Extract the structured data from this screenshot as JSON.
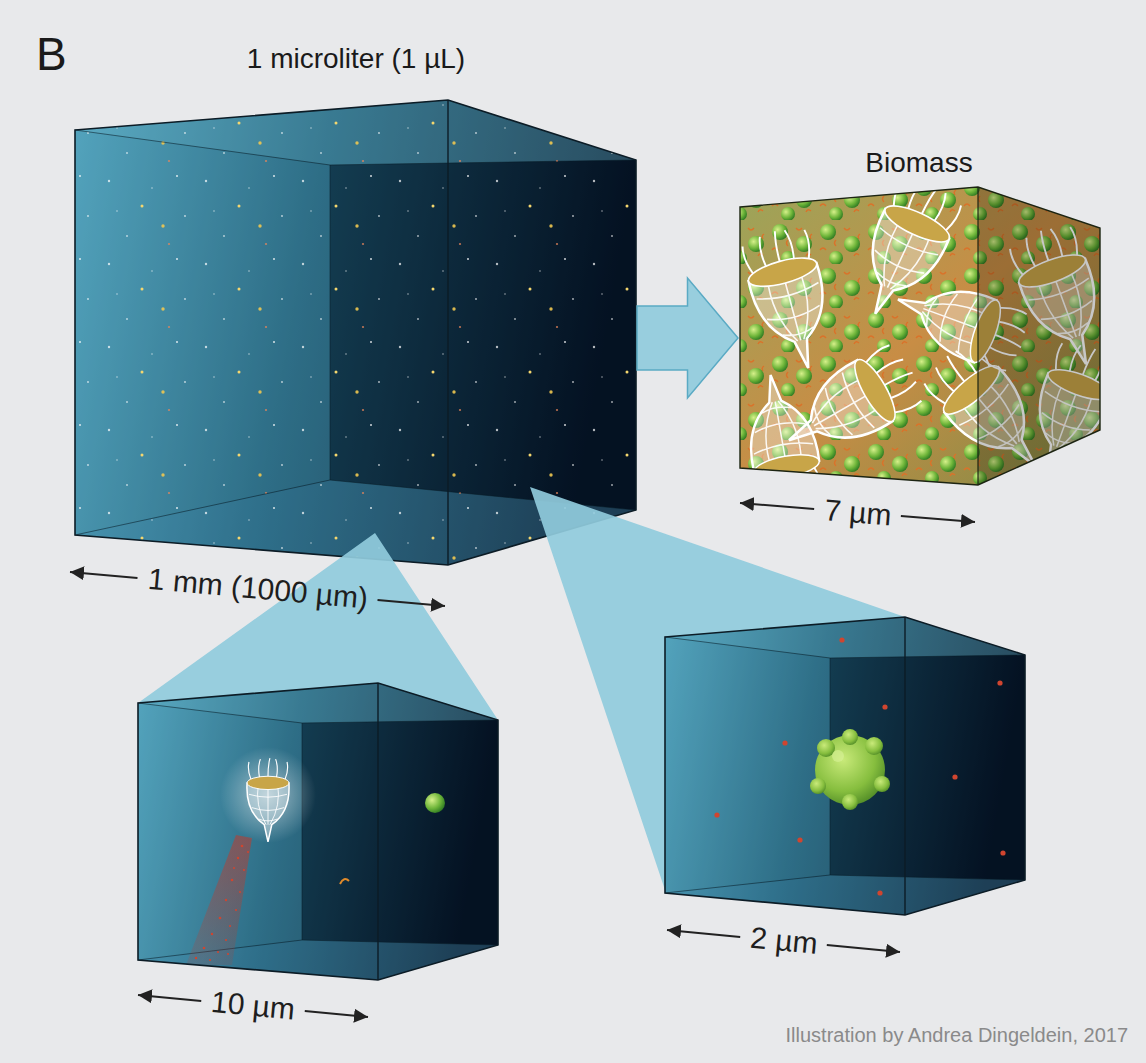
{
  "diagram": {
    "nodes": [
      {
        "text": [
          "1 microliter (1 µL)"
        ]
      },
      {
        "text": [
          "Biomass"
        ]
      }
    ],
    "edges": [
      {
        "from": 0,
        "to": 1,
        "arrow": "to"
      }
    ],
    "labels": [
      "B",
      "1 mm (1000 µm)",
      "7 µm",
      "10 µm",
      "2 µm",
      "Illustration by Andrea Dingeldein, 2017"
    ]
  }
}
